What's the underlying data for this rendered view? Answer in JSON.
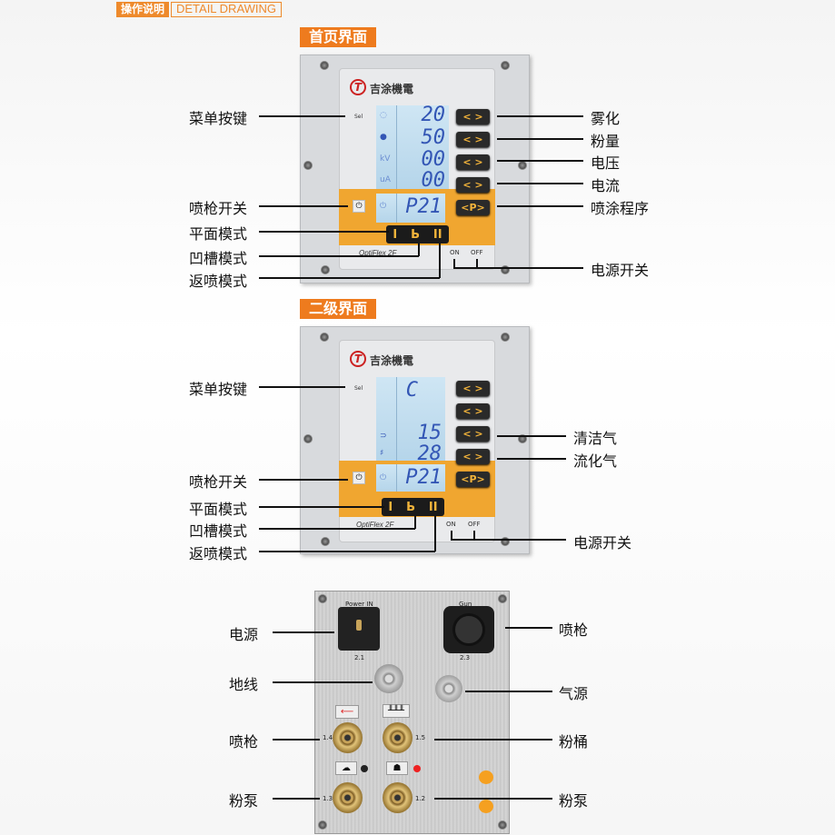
{
  "header": {
    "title_cn": "操作说明",
    "title_en": "DETAIL DRAWING"
  },
  "brand": {
    "name": "吉涂機電",
    "mark": "T",
    "model": "OptiFlex 2F"
  },
  "home": {
    "title": "首页界面",
    "sel": "Sel",
    "rows": [
      {
        "unit": "◌",
        "value": "20"
      },
      {
        "unit": "●",
        "value": "50"
      },
      {
        "unit": "kV",
        "value": "00"
      },
      {
        "unit": "uA",
        "value": "00"
      }
    ],
    "program": "P21",
    "program_unit": "⏻",
    "arrow_btn": "< >",
    "p_btn": "<P>",
    "modes": [
      "I",
      "Ь",
      "II"
    ],
    "on": "ON",
    "off": "OFF",
    "left_labels": [
      "菜单按键",
      "喷枪开关",
      "平面模式",
      "凹槽模式",
      "返喷模式"
    ],
    "right_labels": [
      "雾化",
      "粉量",
      "电压",
      "电流",
      "喷涂程序",
      "电源开关"
    ]
  },
  "second": {
    "title": "二级界面",
    "sel": "Sel",
    "rows": [
      {
        "unit": "",
        "value": "C"
      },
      {
        "unit": "",
        "value": ""
      },
      {
        "unit": "⊃",
        "value": "15"
      },
      {
        "unit": "♯",
        "value": "28"
      }
    ],
    "program": "P21",
    "program_unit": "⏻",
    "arrow_btn": "< >",
    "p_btn": "<P>",
    "modes": [
      "I",
      "Ь",
      "II"
    ],
    "on": "ON",
    "off": "OFF",
    "left_labels": [
      "菜单按键",
      "喷枪开关",
      "平面模式",
      "凹槽模式",
      "返喷模式"
    ],
    "right_labels": [
      "清洁气",
      "流化气",
      "电源开关"
    ]
  },
  "rear": {
    "power_in": "Power IN",
    "power_num": "2.1",
    "gun": "Gun",
    "gun_num": "2.3",
    "ports": [
      "1.4",
      "1.5",
      "1.3",
      "1.2"
    ],
    "left_labels": [
      "电源",
      "地线",
      "喷枪",
      "粉泵"
    ],
    "right_labels": [
      "喷枪",
      "气源",
      "粉桶",
      "粉泵"
    ]
  }
}
